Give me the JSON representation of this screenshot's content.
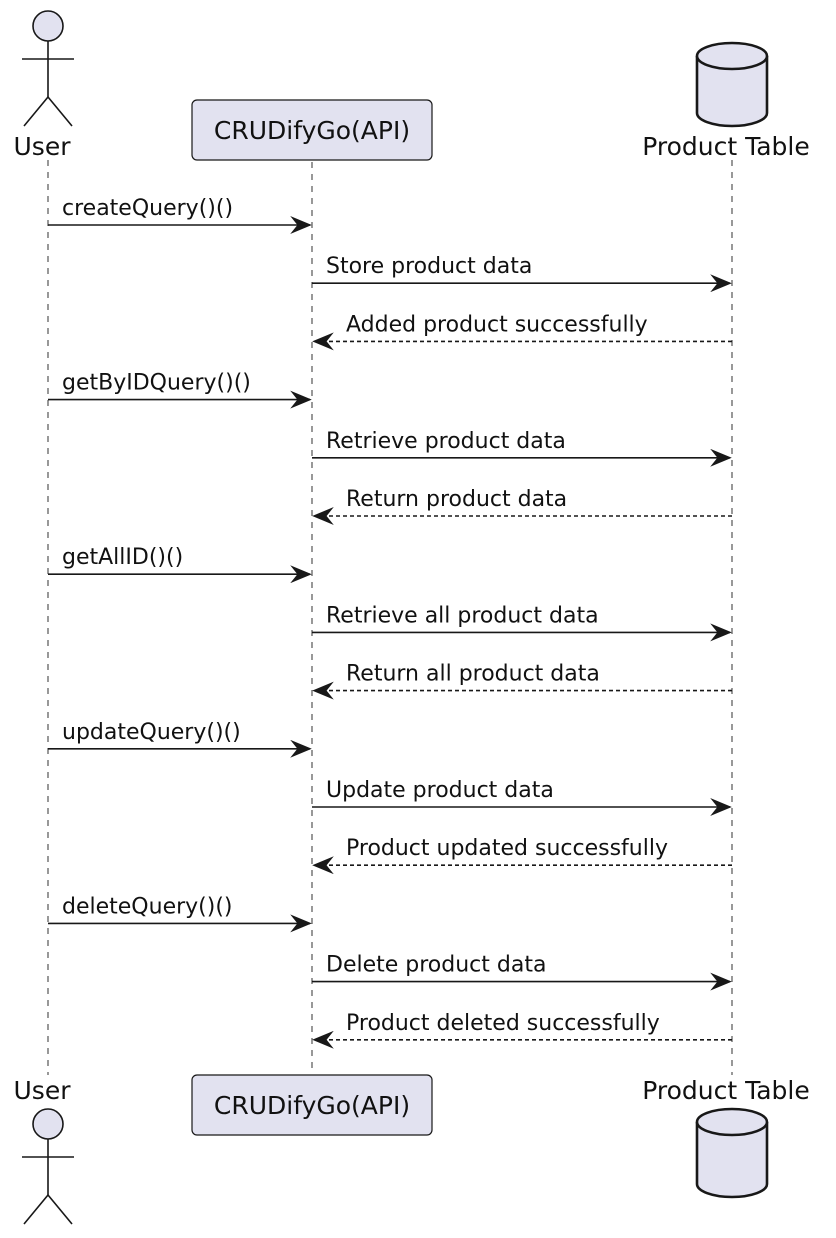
{
  "participants": {
    "user": {
      "label": "User",
      "type": "actor"
    },
    "api": {
      "label": "CRUDifyGo(API)",
      "type": "participant"
    },
    "db": {
      "label": "Product Table",
      "type": "database"
    }
  },
  "messages": [
    {
      "from": "user",
      "to": "api",
      "label": "createQuery()()",
      "style": "solid"
    },
    {
      "from": "api",
      "to": "db",
      "label": "Store product data",
      "style": "solid"
    },
    {
      "from": "db",
      "to": "api",
      "label": "Added product successfully",
      "style": "dashed"
    },
    {
      "from": "user",
      "to": "api",
      "label": "getByIDQuery()()",
      "style": "solid"
    },
    {
      "from": "api",
      "to": "db",
      "label": "Retrieve product data",
      "style": "solid"
    },
    {
      "from": "db",
      "to": "api",
      "label": "Return product data",
      "style": "dashed"
    },
    {
      "from": "user",
      "to": "api",
      "label": "getAllID()()",
      "style": "solid"
    },
    {
      "from": "api",
      "to": "db",
      "label": "Retrieve all product data",
      "style": "solid"
    },
    {
      "from": "db",
      "to": "api",
      "label": "Return all product data",
      "style": "dashed"
    },
    {
      "from": "user",
      "to": "api",
      "label": "updateQuery()()",
      "style": "solid"
    },
    {
      "from": "api",
      "to": "db",
      "label": "Update product data",
      "style": "solid"
    },
    {
      "from": "db",
      "to": "api",
      "label": "Product updated successfully",
      "style": "dashed"
    },
    {
      "from": "user",
      "to": "api",
      "label": "deleteQuery()()",
      "style": "solid"
    },
    {
      "from": "api",
      "to": "db",
      "label": "Delete product data",
      "style": "solid"
    },
    {
      "from": "db",
      "to": "api",
      "label": "Product deleted successfully",
      "style": "dashed"
    }
  ],
  "colors": {
    "participant_fill": "#e2e2f0",
    "line": "#181818",
    "lifeline": "#555555",
    "text": "#111111"
  }
}
